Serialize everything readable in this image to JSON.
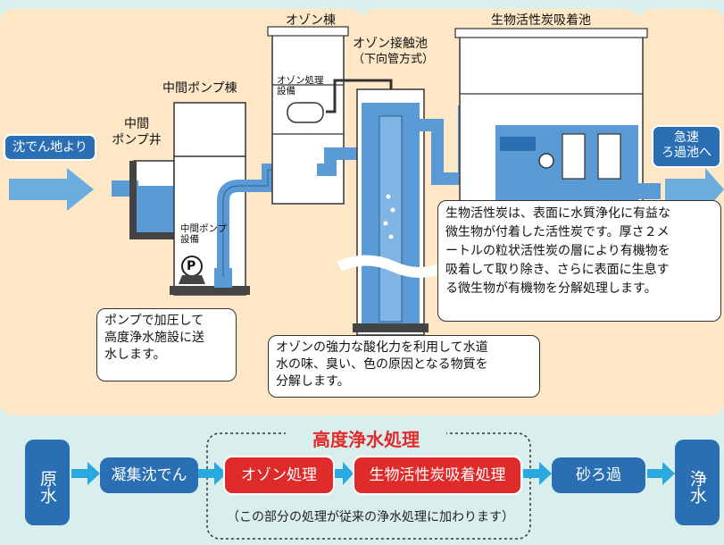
{
  "labels": {
    "from_sedimentation": "沈でん地より",
    "pump_well": "中間\nポンプ井",
    "pump_building": "中間ポンプ棟",
    "pump_equipment": "中間ポンプ\n設備",
    "pump_symbol": "P",
    "ozone_building": "オゾン棟",
    "ozone_equipment": "オゾン処理\n設備",
    "ozone_contact": "オゾン接触池",
    "ozone_contact_sub": "（下向管方式）",
    "bac_tank": "生物活性炭吸着池",
    "to_rapid_filter": "急速\nろ過池へ"
  },
  "bubbles": {
    "pump": "ポンプで加圧して\n高度浄水施設に送\n水します。",
    "ozone": "オゾンの強力な酸化力を利用して水道\n水の味、臭い、色の原因となる物質を\n分解します。",
    "bac": "生物活性炭は、表面に水質浄化に有益な\n微生物が付着した活性炭です。厚さ２メ\nートルの粒状活性炭の層により有機物を\n吸着して取り除き、さらに表面に生息す\nる微生物が有機物を分解処理します。"
  },
  "flow": {
    "title": "高度浄水処理",
    "steps": [
      "原水",
      "凝集沈でん",
      "オゾン処理",
      "生物活性炭吸着処理",
      "砂ろ過",
      "浄水"
    ],
    "note": "（この部分の処理が従来の浄水処理に加わります）"
  },
  "colors": {
    "background": "#d9efee",
    "panel": "#fde7c6",
    "water": "#5b9bd5",
    "pipe": "#5b9bd5",
    "arrow": "#6aaedd",
    "flow_blue": "#2a6fb3",
    "flow_red": "#e02b2b",
    "flow_arrow": "#2aa8e0"
  }
}
